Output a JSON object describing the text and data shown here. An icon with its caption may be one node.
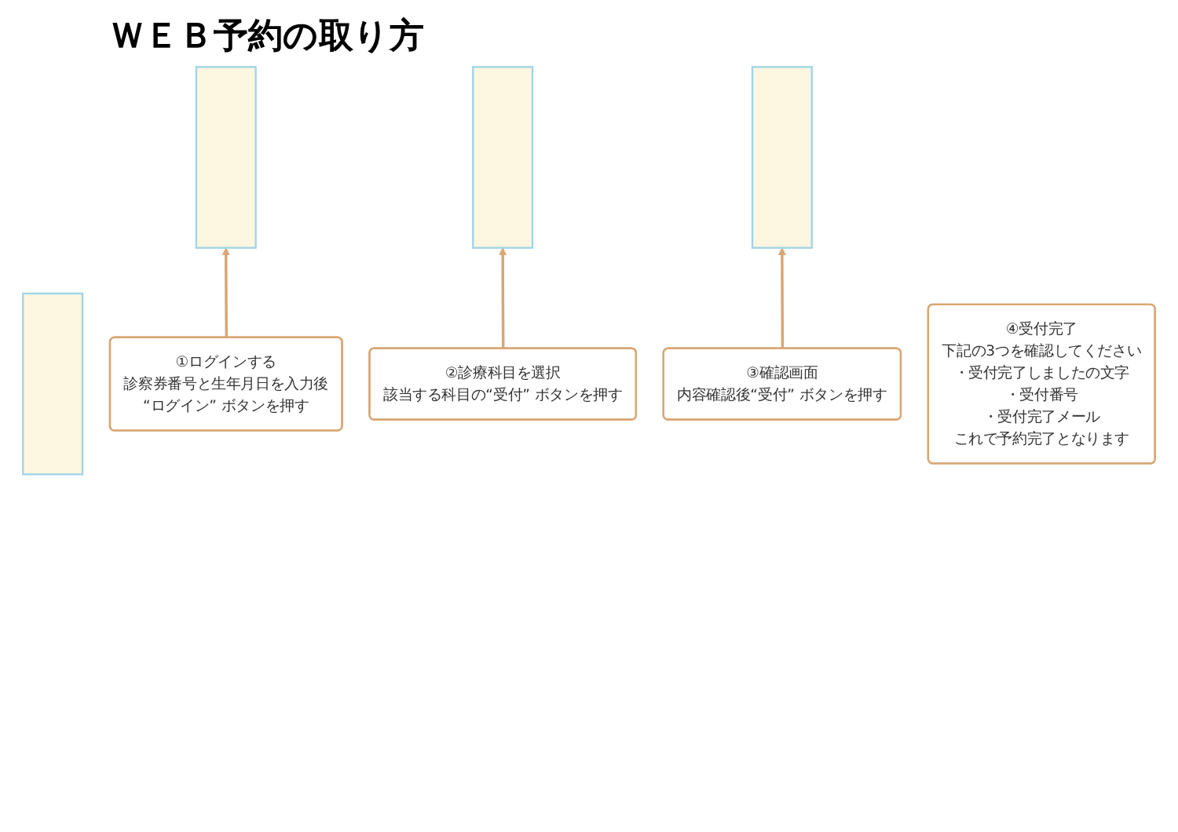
{
  "diagram": {
    "title": "ＷＥＢ予約の取り方",
    "nodes": [
      {
        "text": [],
        "shape": "box"
      },
      {
        "text": [],
        "shape": "box"
      },
      {
        "text": [],
        "shape": "box"
      },
      {
        "text": [],
        "shape": "box"
      },
      {
        "text": [
          "①ログインする",
          "診察券番号と生年月日を入力後",
          "“ログイン” ボタンを押す"
        ]
      },
      {
        "text": [
          "②診療科目を選択",
          "該当する科目の“受付” ボタンを押す"
        ]
      },
      {
        "text": [
          "③確認画面",
          "内容確認後“受付” ボタンを押す"
        ]
      },
      {
        "text": [
          "④受付完了",
          "下記の3つを確認してください",
          "・受付完了しましたの文字",
          "・受付番号",
          "・受付完了メール",
          "これで予約完了となります"
        ]
      }
    ],
    "edges": [
      {
        "from": 4,
        "to": 0,
        "arrow": "to"
      },
      {
        "from": 5,
        "to": 1,
        "arrow": "to"
      },
      {
        "from": 6,
        "to": 2,
        "arrow": "to"
      }
    ]
  }
}
